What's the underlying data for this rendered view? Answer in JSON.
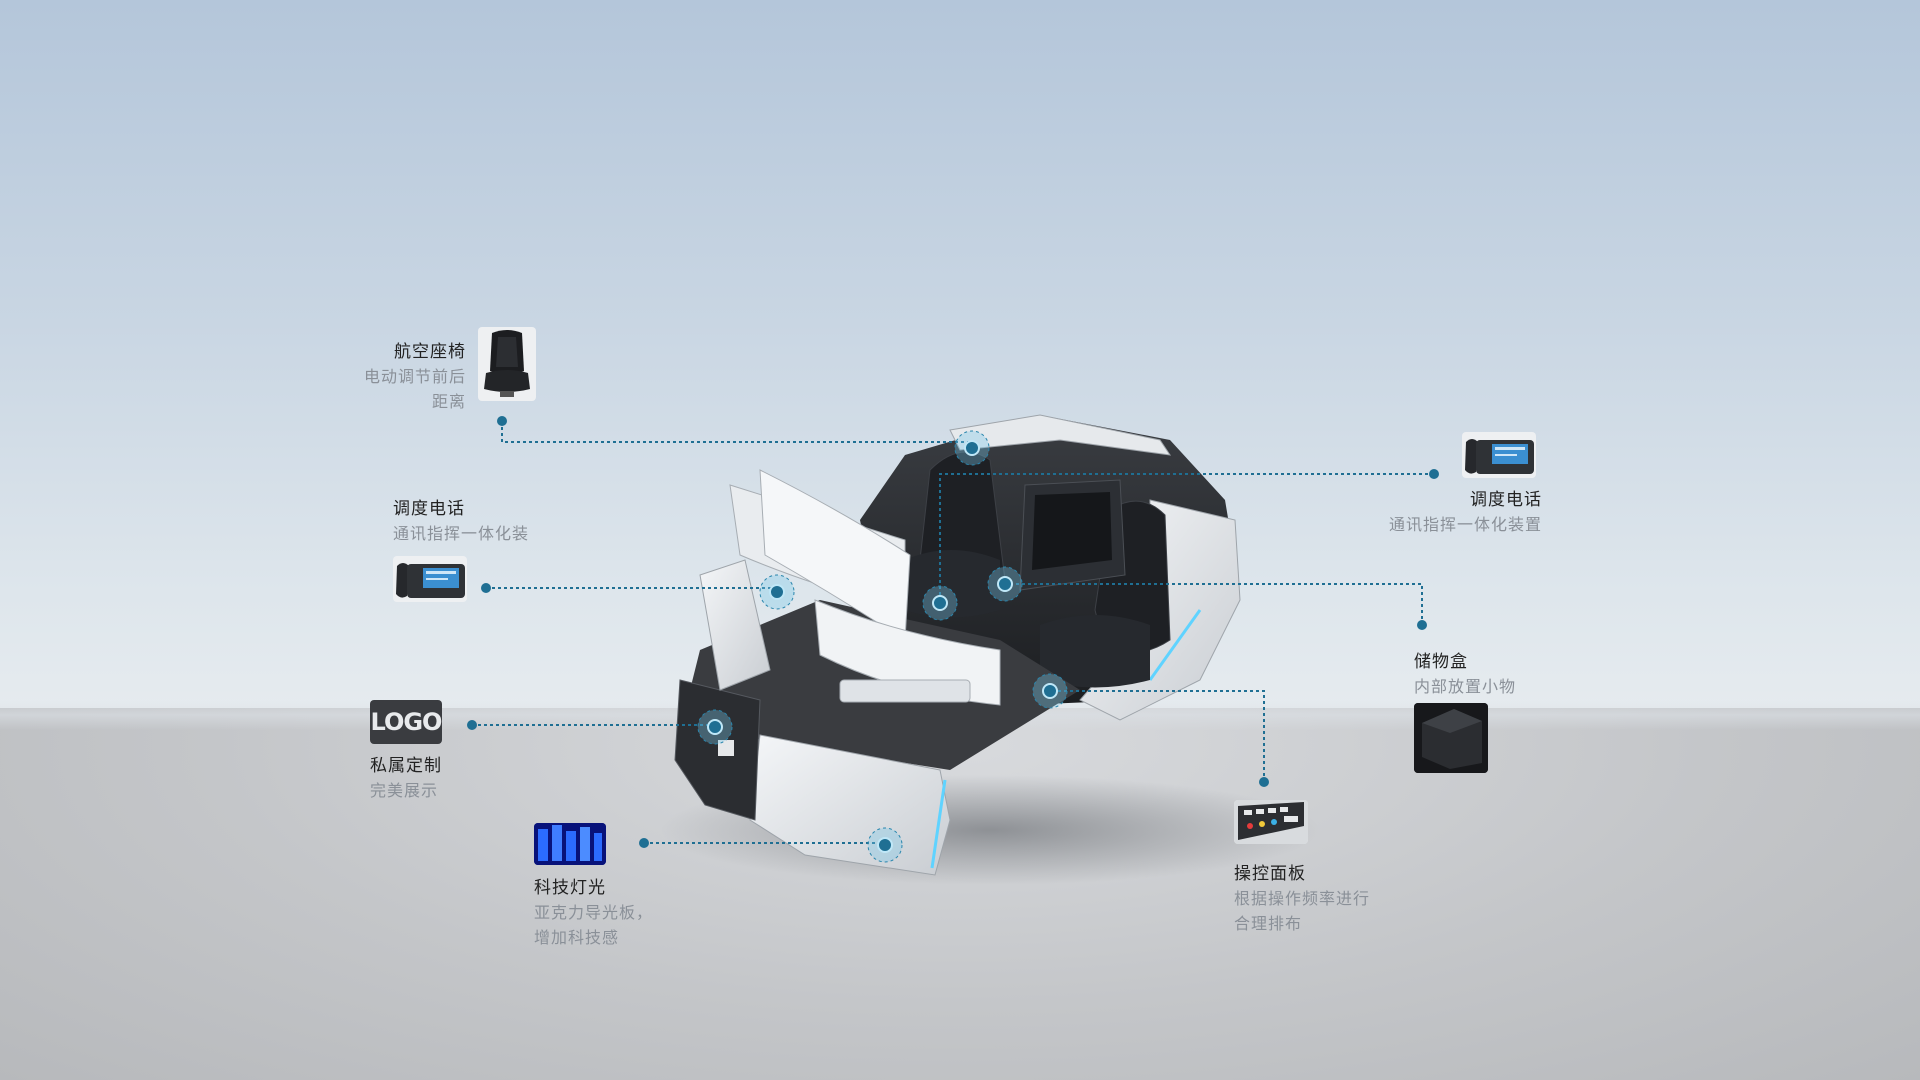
{
  "callouts": {
    "seat": {
      "title": "航空座椅",
      "desc_1": "电动调节前后",
      "desc_2": "距离",
      "icon": "seat-icon"
    },
    "phone_left": {
      "title": "调度电话",
      "desc_1": "通讯指挥一体化装",
      "icon": "phone-icon"
    },
    "logo": {
      "thumb_text": "LOGO",
      "title": "私属定制",
      "desc_1": "完美展示"
    },
    "light": {
      "title": "科技灯光",
      "desc_1": "亚克力导光板，",
      "desc_2": "增加科技感",
      "icon": "light-panel-icon"
    },
    "phone_right": {
      "title": "调度电话",
      "desc_1": "通讯指挥一体化装置",
      "icon": "phone-icon"
    },
    "storage": {
      "title": "储物盒",
      "desc_1": "内部放置小物",
      "icon": "storage-box-icon"
    },
    "panel": {
      "title": "操控面板",
      "desc_1": "根据操作频率进行",
      "desc_2": "合理排布",
      "icon": "control-panel-icon"
    }
  },
  "colors": {
    "leader_line": "#1f6f93",
    "accent_light": "#5fd3ff",
    "title_text": "#222222",
    "desc_text": "#8a9098"
  }
}
